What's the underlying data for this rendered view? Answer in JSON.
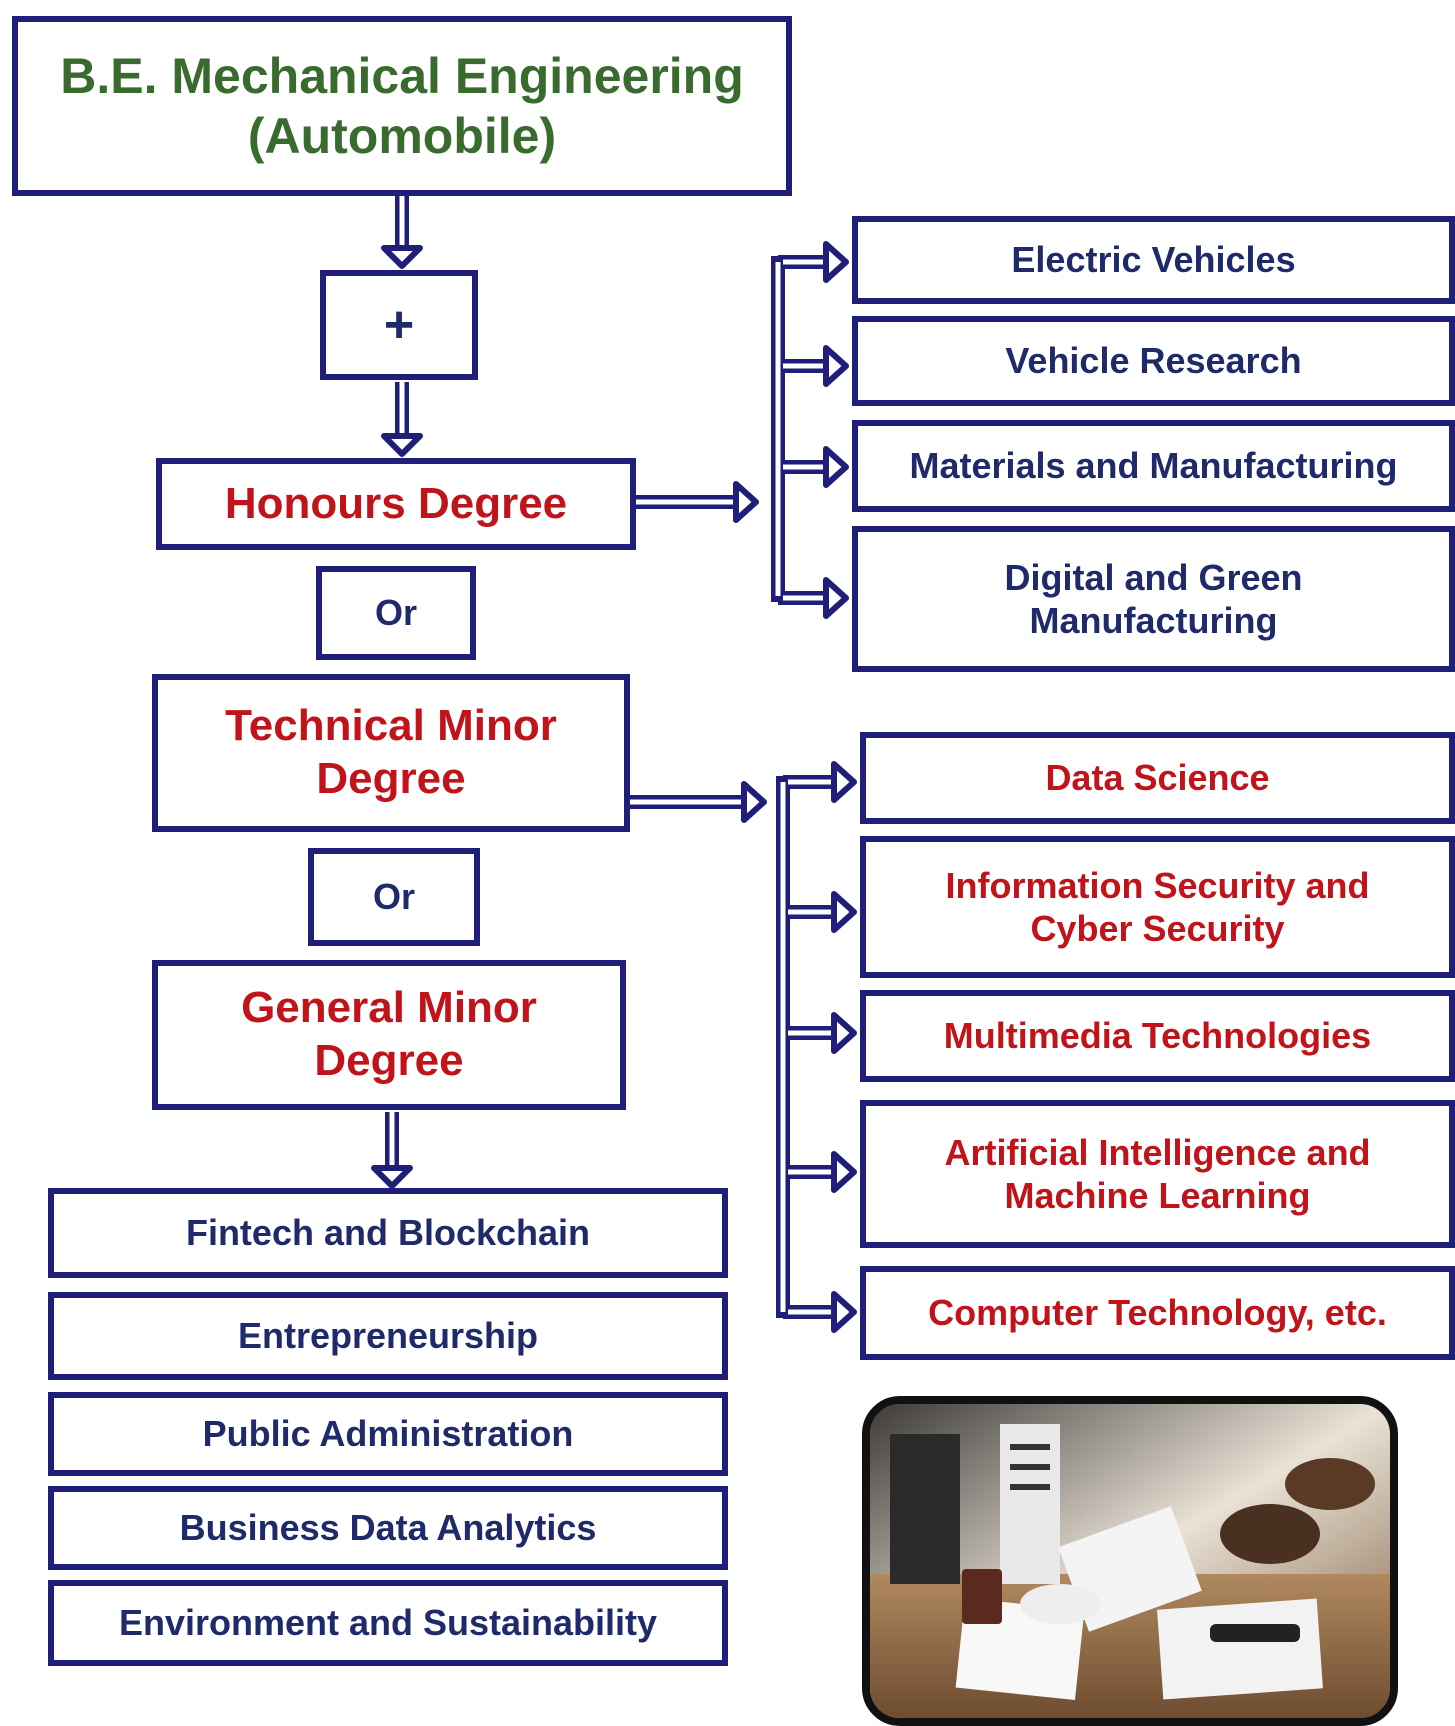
{
  "title": "B.E. Mechanical Engineering (Automobile)",
  "plus": "+",
  "honours": {
    "label": "Honours Degree",
    "items": [
      "Electric Vehicles",
      "Vehicle Research",
      "Materials and Manufacturing",
      "Digital and Green Manufacturing"
    ]
  },
  "or_1": "Or",
  "technical_minor": {
    "label": "Technical Minor Degree",
    "items": [
      "Data Science",
      "Information Security and Cyber Security",
      "Multimedia Technologies",
      "Artificial Intelligence and Machine Learning",
      "Computer Technology, etc."
    ]
  },
  "or_2": "Or",
  "general_minor": {
    "label": "General Minor Degree",
    "items": [
      "Fintech and Blockchain",
      "Entrepreneurship",
      "Public Administration",
      "Business Data Analytics",
      "Environment and Sustainability"
    ]
  },
  "colors": {
    "border": "#1f1f7a",
    "title_text": "#3a6b2e",
    "highlight_text": "#c0141a",
    "body_text": "#1f2a6b"
  },
  "photo_icon": "team-meeting-photo"
}
